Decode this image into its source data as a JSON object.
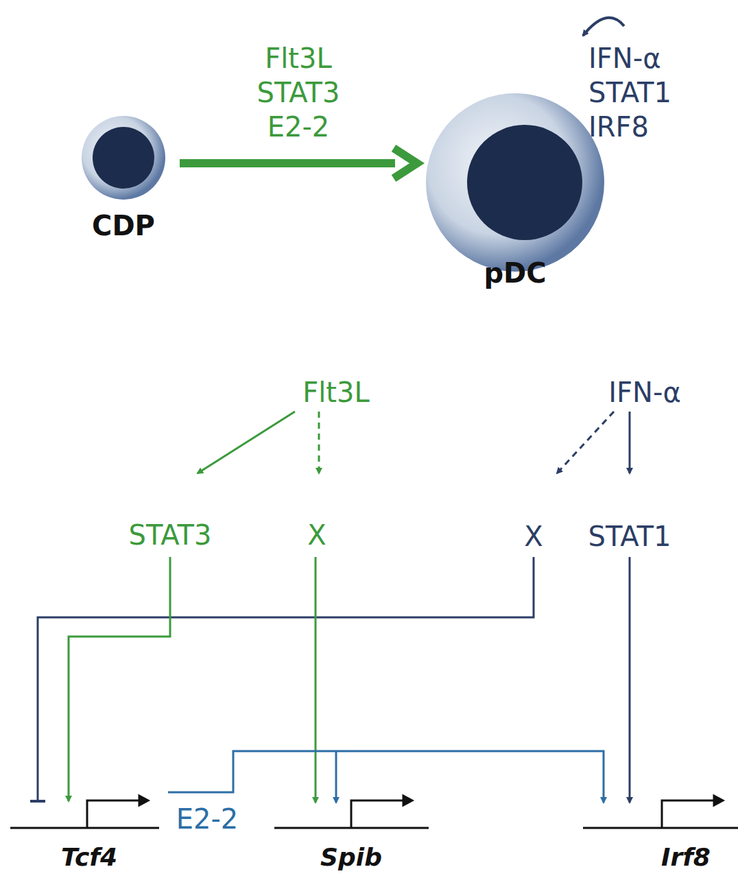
{
  "diagram": {
    "nodes": [
      {
        "text": [
          "CDP"
        ]
      },
      {
        "text": [
          "pDC"
        ]
      }
    ],
    "edges": [
      {
        "from": 0,
        "to": 1,
        "arrow": "to",
        "label": "Flt3L STAT3 E2-2"
      }
    ],
    "labels": [
      "IFN-α STAT1 IRF8",
      "Flt3L",
      "STAT3",
      "X",
      "IFN-α",
      "X",
      "STAT1",
      "E2-2",
      "Tcf4",
      "Spib",
      "Irf8"
    ]
  }
}
